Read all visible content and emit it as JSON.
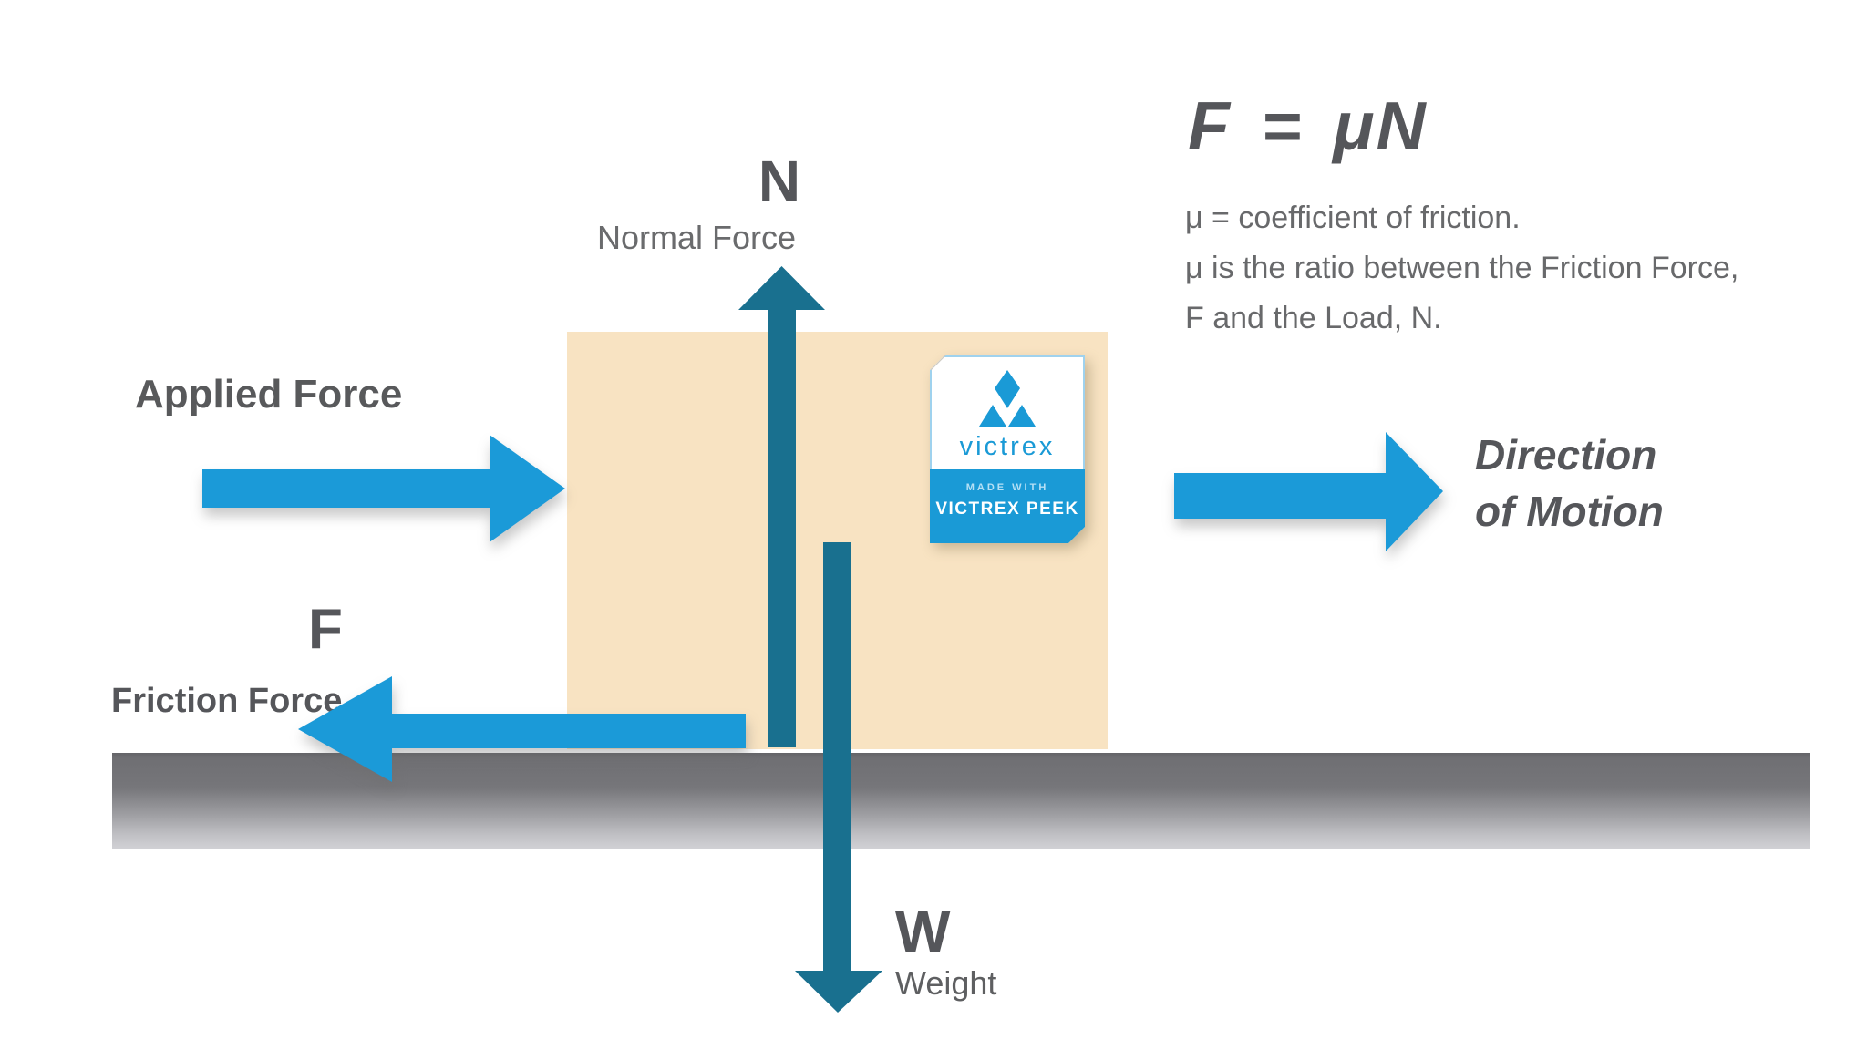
{
  "colors": {
    "blue": "#1b9ad8",
    "teal": "#19708f",
    "box_tan": "#f8e3c2",
    "badge_blue": "#1a9ad6",
    "text_dark": "#55565a",
    "text_gray": "#68696b"
  },
  "formula": {
    "equation": "F = μN",
    "line1": "μ = coefficient of friction.",
    "line2": "μ is the ratio between the Friction Force,",
    "line3": "F and the Load, N."
  },
  "forces": {
    "applied": {
      "label": "Applied Force"
    },
    "friction": {
      "symbol": "F",
      "label": "Friction Force"
    },
    "normal": {
      "symbol": "N",
      "label": "Normal Force"
    },
    "weight": {
      "symbol": "W",
      "label": "Weight"
    },
    "direction": {
      "line1": "Direction",
      "line2": "of Motion"
    }
  },
  "badge": {
    "brand": "victrex",
    "made_with": "MADE WITH",
    "product": "VICTREX PEEK"
  }
}
